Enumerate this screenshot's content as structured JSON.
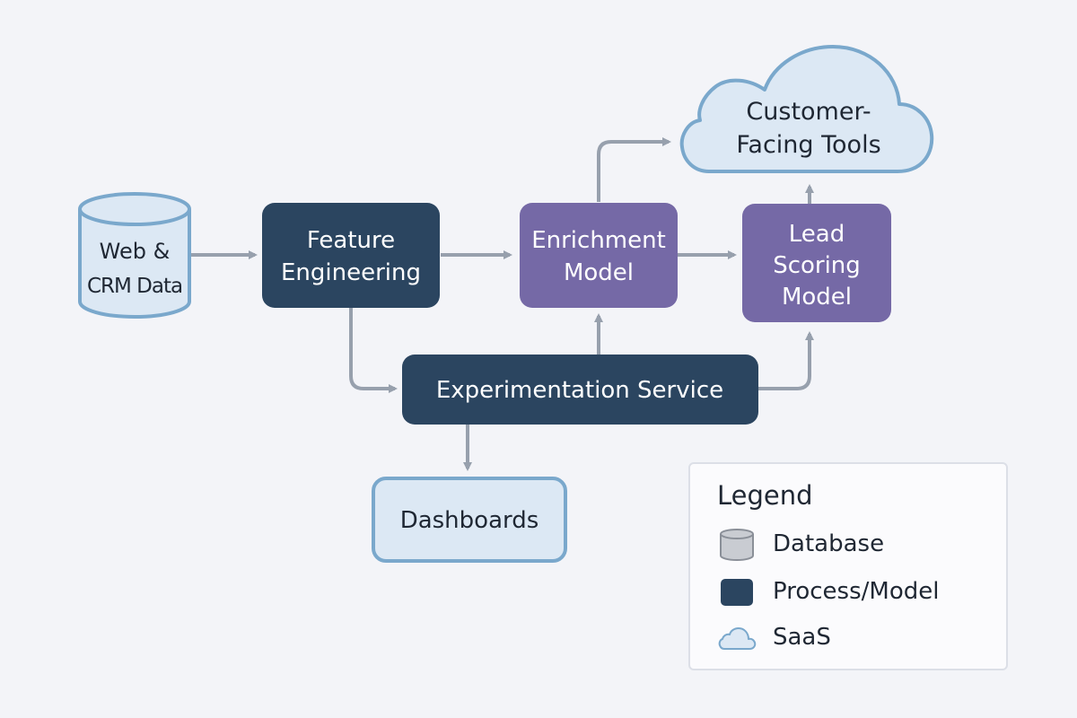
{
  "nodes": {
    "web_crm": {
      "line1": "Web &",
      "line2": "CRM Data"
    },
    "feature_engineering": {
      "line1": "Feature",
      "line2": "Engineering"
    },
    "enrichment_model": {
      "line1": "Enrichment",
      "line2": "Model"
    },
    "lead_scoring_model": {
      "line1": "Lead",
      "line2": "Scoring",
      "line3": "Model"
    },
    "customer_facing_tools": {
      "line1": "Customer-",
      "line2": "Facing Tools"
    },
    "experimentation_service": {
      "label": "Experimentation Service"
    },
    "dashboards": {
      "label": "Dashboards"
    }
  },
  "legend": {
    "title": "Legend",
    "items": [
      {
        "label": "Database",
        "icon": "database-icon"
      },
      {
        "label": "Process/Model",
        "icon": "process-model-icon"
      },
      {
        "label": "SaaS",
        "icon": "cloud-icon"
      }
    ]
  },
  "colors": {
    "background": "#f3f4f8",
    "process_dark": "#2b4560",
    "model_purple": "#7569a6",
    "light_fill": "#dce8f4",
    "light_stroke": "#7aa8cc",
    "arrow": "#97a0ad",
    "text_dark": "#1f2733",
    "text_light": "#ffffff"
  }
}
